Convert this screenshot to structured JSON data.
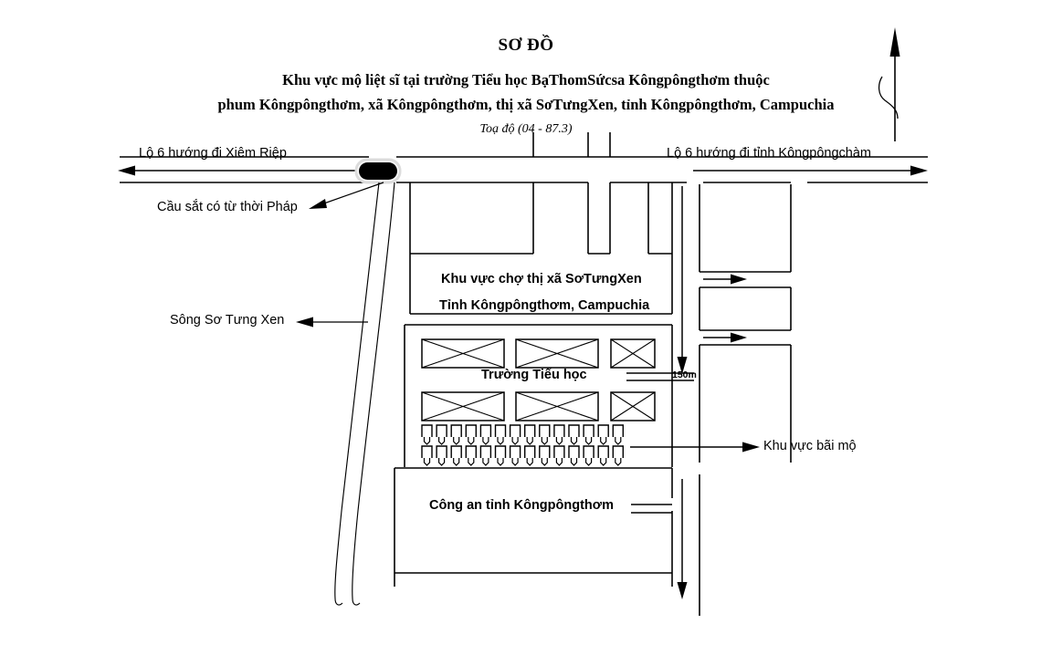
{
  "document": {
    "title": "SƠ ĐỒ",
    "subtitle_line1": "Khu vực mộ liệt sĩ tại trường Tiểu học BạThomSứcsa Kôngpôngthơm thuộc",
    "subtitle_line2": "phum Kôngpôngthơm, xã Kôngpôngthơm, thị xã SơTưngXen, tỉnh Kôngpôngthơm, Campuchia",
    "coordinates": "Toạ độ (04 - 87.3)"
  },
  "labels": {
    "road_west": "Lộ 6 hướng đi Xiêm Riệp",
    "road_east": "Lộ 6 hướng đi tỉnh Kôngpôngchàm",
    "bridge": "Cầu sắt có từ thời Pháp",
    "river": "Sông Sơ Tưng Xen",
    "market_line1": "Khu vực chợ thị xã SơTưngXen",
    "market_line2": "Tỉnh Kôngpôngthơm, Campuchia",
    "school": "Trường Tiểu học",
    "grave_area": "Khu vực bãi mộ",
    "police": "Công an tỉnh Kôngpôngthơm",
    "distance": "150m"
  },
  "icons": {
    "north_arrow": "north-arrow-icon",
    "bridge_marker": "bridge-icon",
    "grave_marker": "grave-marker-icon"
  },
  "colors": {
    "stroke": "#000000",
    "background": "#ffffff",
    "bridge_fill": "#000000",
    "bridge_outline": "#d9d9d9",
    "shadow": "#808080"
  },
  "graves": {
    "rows": 2,
    "per_row": 14
  },
  "buildings": {
    "school_rows": 2,
    "school_per_row": 3
  }
}
